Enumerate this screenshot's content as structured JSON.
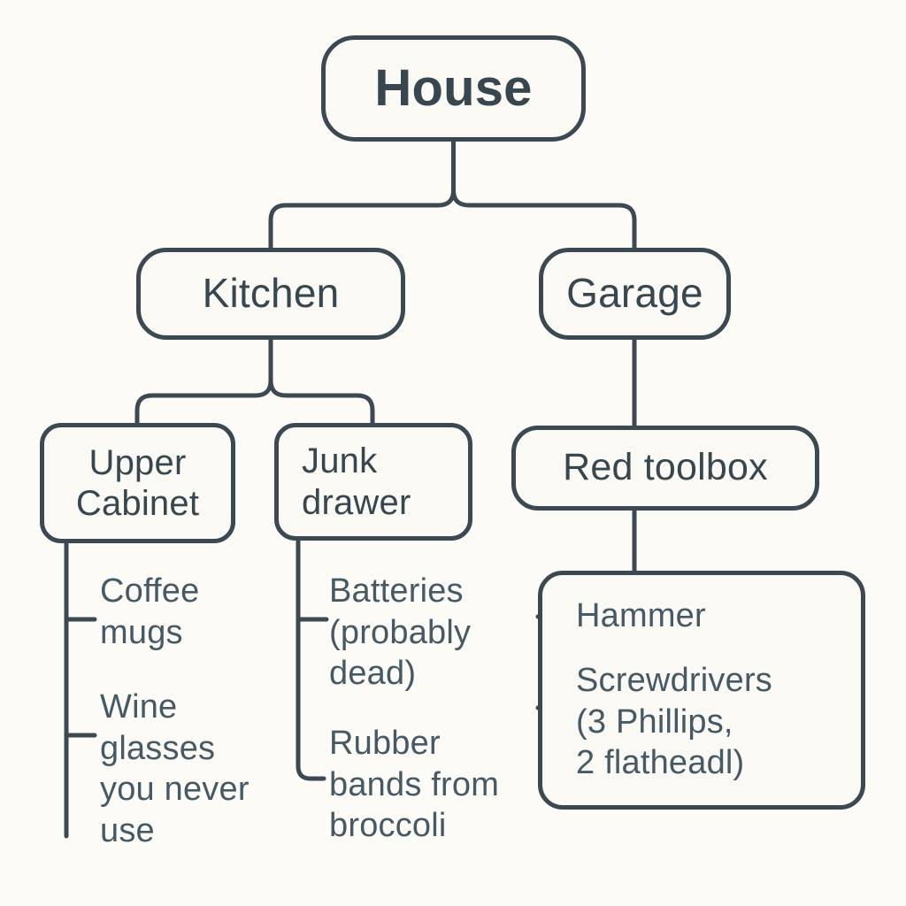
{
  "diagram": {
    "title": "House",
    "style": {
      "background": "#fdfbf6",
      "stroke": "#3b4a52",
      "node_fill": "#fbf9f4",
      "text": "#37474f",
      "leaf_text": "#455a64"
    },
    "root": {
      "label": "House"
    },
    "level2": [
      {
        "label": "Kitchen"
      },
      {
        "label": "Garage"
      }
    ],
    "level3": [
      {
        "label": "Upper\nCabinet"
      },
      {
        "label": "Junk\ndrawer"
      },
      {
        "label": "Red toolbox"
      }
    ],
    "leaves": {
      "upper_cabinet": [
        "Coffee\nmugs",
        "Wine\nglasses\nyou never\nuse"
      ],
      "junk_drawer": [
        "Batteries\n(probably\ndead)",
        "Rubber\nbands from\nbroccoli"
      ],
      "red_toolbox": [
        "Hammer",
        "Screwdrivers\n(3 Phillips,\n2 flatheadl)"
      ]
    }
  }
}
